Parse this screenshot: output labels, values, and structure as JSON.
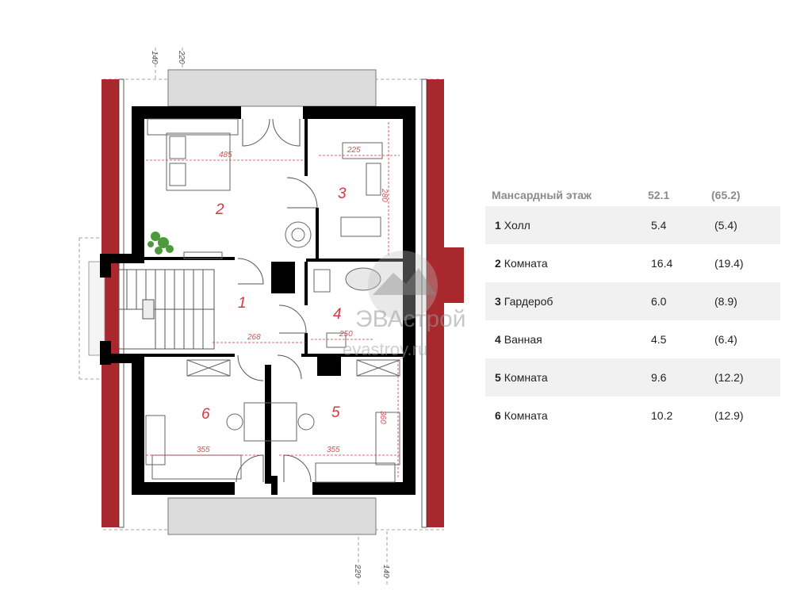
{
  "plan": {
    "rooms": [
      "1",
      "2",
      "3",
      "4",
      "5",
      "6"
    ],
    "dimensions": {
      "top_140": "140",
      "top_220": "220",
      "bottom_220": "220",
      "bottom_140": "140",
      "room2_width": "485",
      "room3_width": "225",
      "room3_height": "280",
      "hall_width": "268",
      "bath_width": "250",
      "room6_width": "355",
      "room5_width": "355",
      "room5_height": "360"
    },
    "watermark": {
      "brand": "ЭВАстрой",
      "site": "evastroy.ru"
    },
    "colors": {
      "roof": "#a8282e",
      "wall": "#000000",
      "dimension": "#d8353f",
      "balcony": "#dcdcdc"
    }
  },
  "legend": {
    "title": "Мансардный этаж",
    "total_area": "52.1",
    "total_area_gross": "(65.2)",
    "rows": [
      {
        "num": "1",
        "name": "Холл",
        "area": "5.4",
        "area_gross": "(5.4)"
      },
      {
        "num": "2",
        "name": "Комната",
        "area": "16.4",
        "area_gross": "(19.4)"
      },
      {
        "num": "3",
        "name": "Гардероб",
        "area": "6.0",
        "area_gross": "(8.9)"
      },
      {
        "num": "4",
        "name": "Ванная",
        "area": "4.5",
        "area_gross": "(6.4)"
      },
      {
        "num": "5",
        "name": "Комната",
        "area": "9.6",
        "area_gross": "(12.2)"
      },
      {
        "num": "6",
        "name": "Комната",
        "area": "10.2",
        "area_gross": "(12.9)"
      }
    ]
  }
}
